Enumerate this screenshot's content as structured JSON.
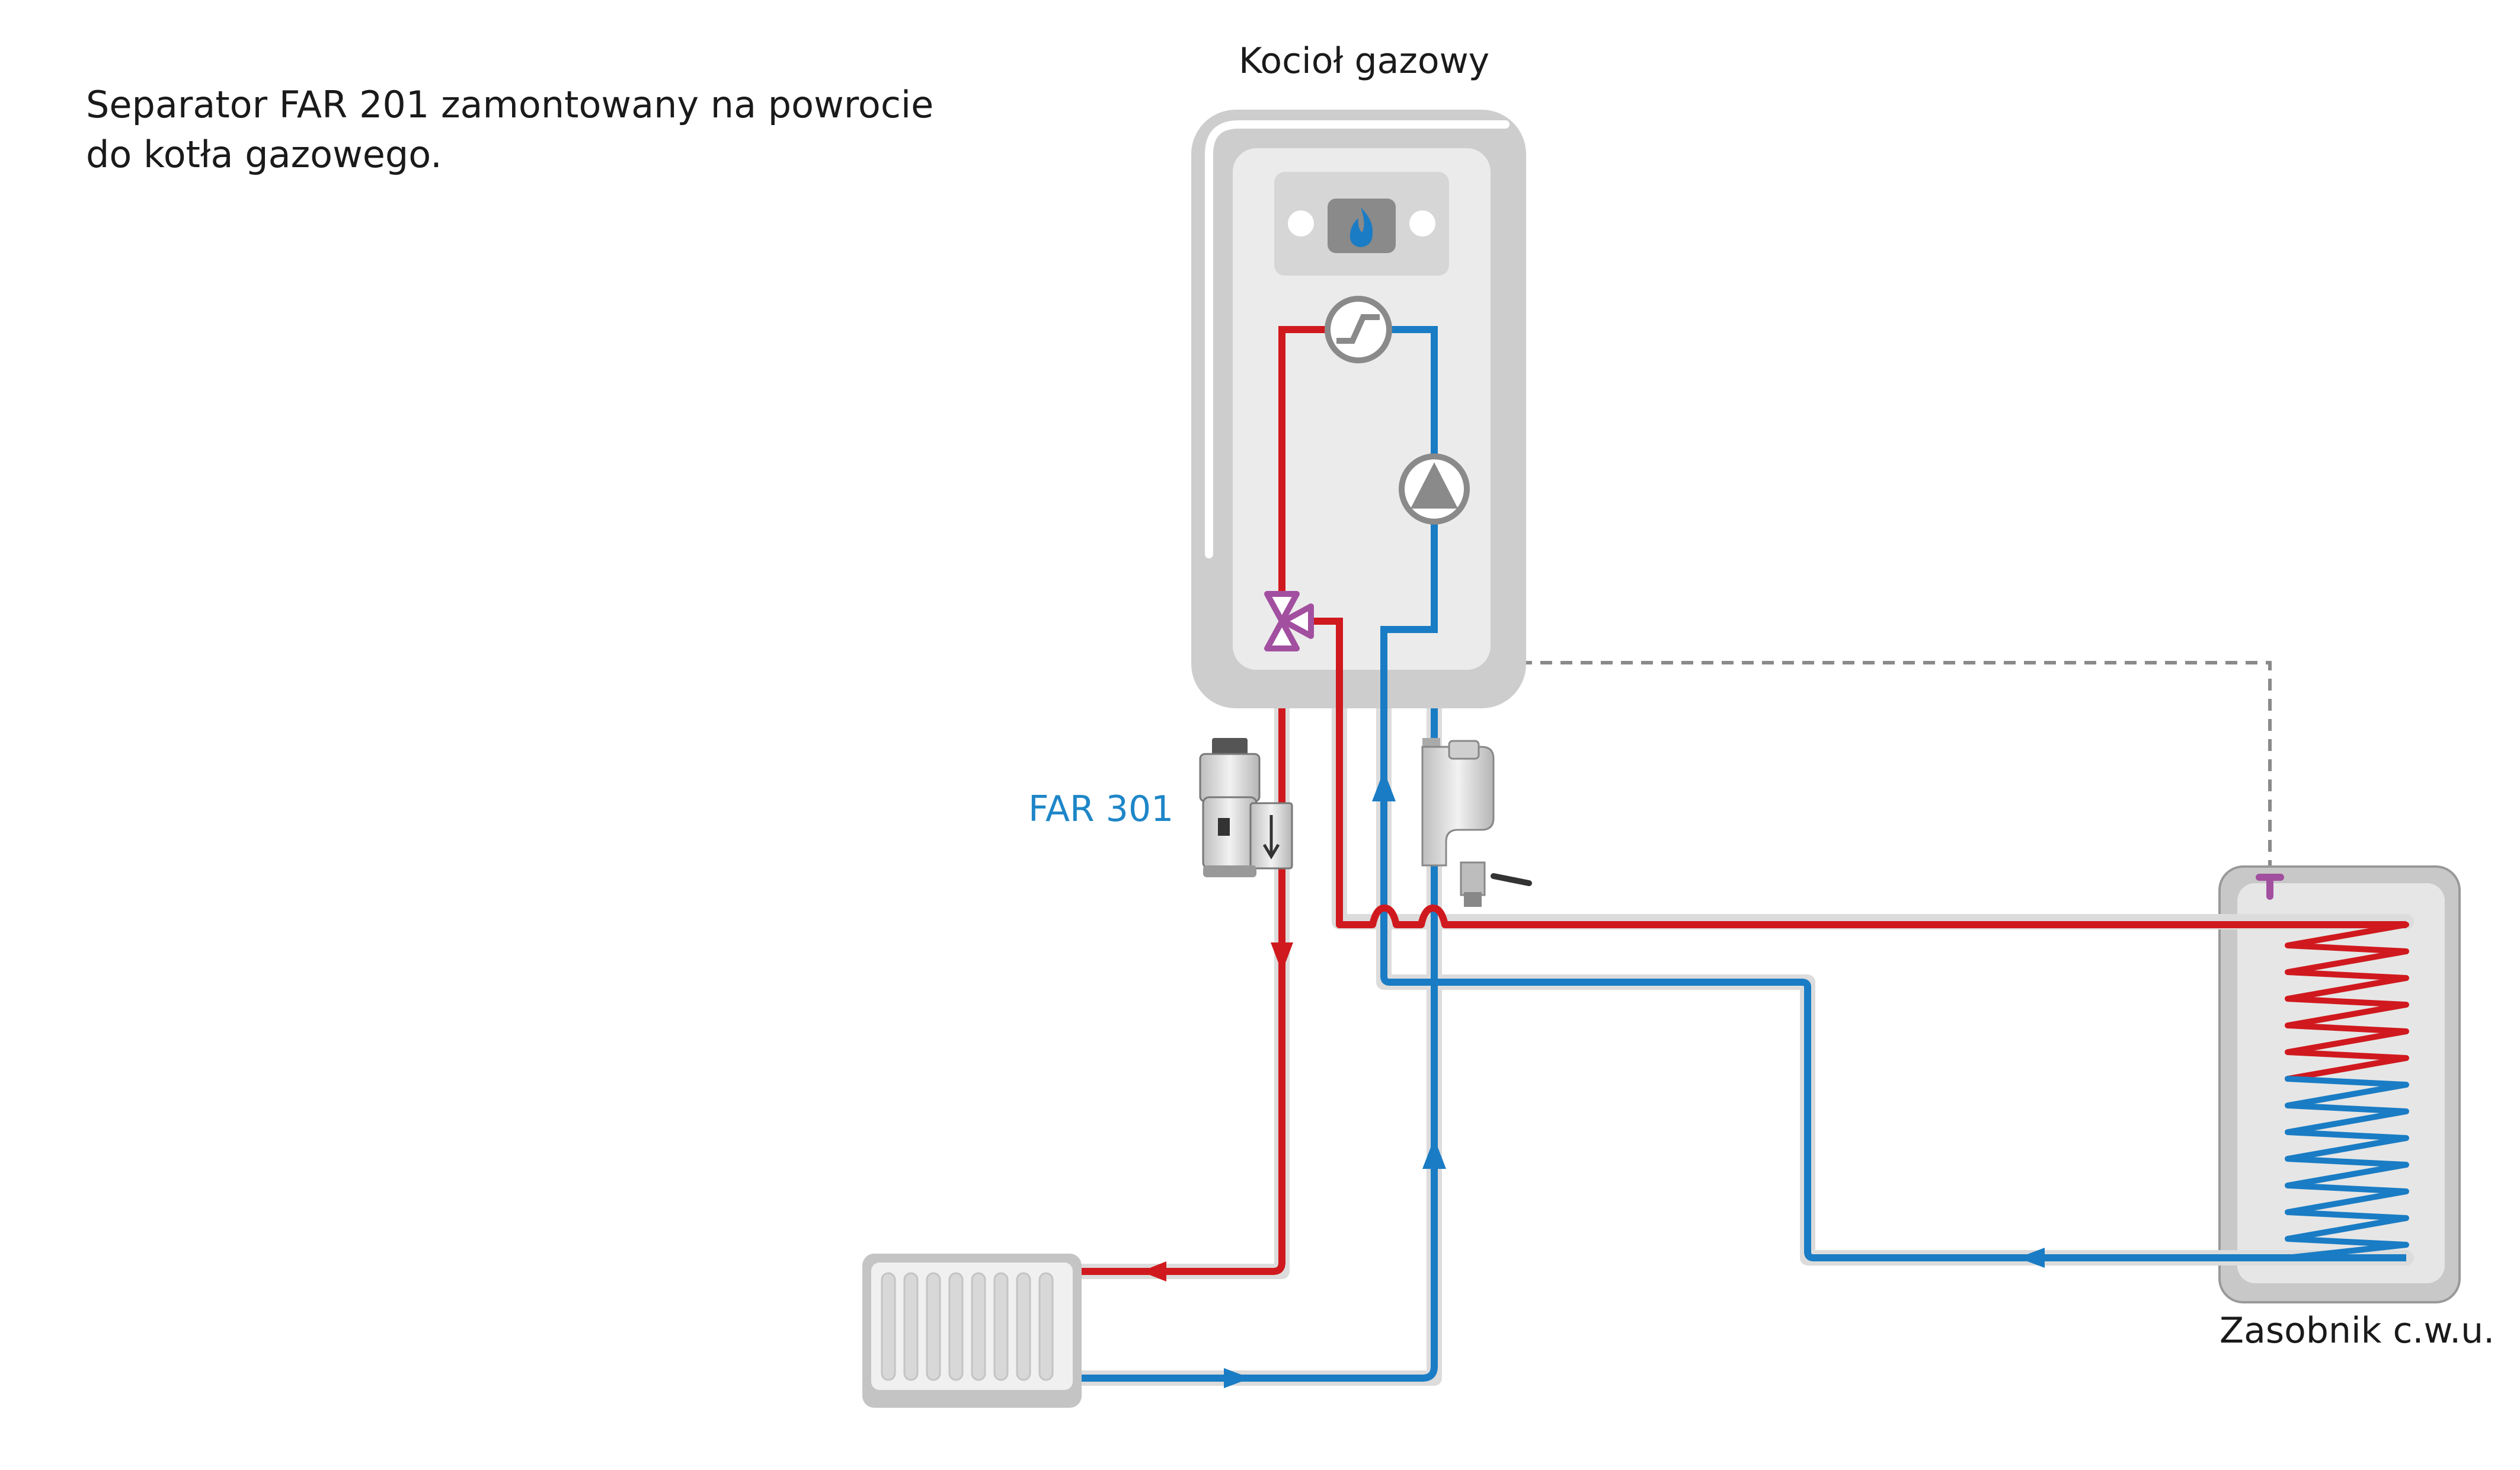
{
  "caption": {
    "line1": "Separator FAR 201 zamontowany na powrocie",
    "line2": "do kotła gazowego."
  },
  "boiler": {
    "title": "Kocioł gazowy"
  },
  "tank": {
    "title": "Zasobnik c.w.u."
  },
  "device": {
    "label": "FAR 301"
  },
  "colors": {
    "supply": "#d0191e",
    "return": "#1a7cc4",
    "valve": "#a24fa0",
    "boiler_body": "#cdcdcd",
    "boiler_panel": "#ebebeb",
    "control": "dashed-grey"
  },
  "icons": [
    "flame-icon",
    "heat-exchanger-icon",
    "pump-icon",
    "three-way-valve-icon",
    "dirt-separator",
    "magnetic-filter",
    "radiator",
    "coil",
    "sensor"
  ]
}
